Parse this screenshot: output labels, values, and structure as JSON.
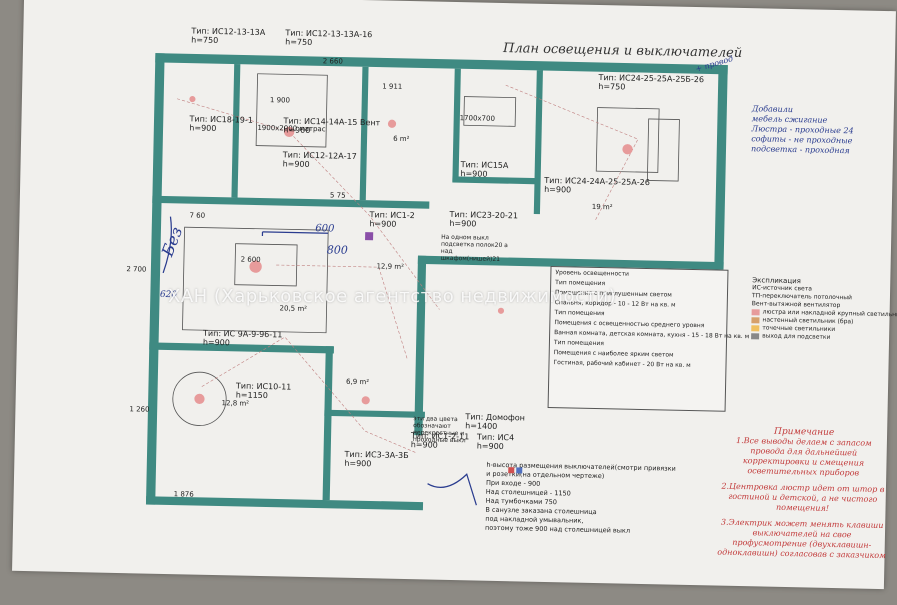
{
  "title": "План освещения и выключателей",
  "watermark": "ХАН (Харьковское агентство недвижимости)",
  "colors": {
    "wall": "#3f8a82",
    "paper": "#f1f0ed",
    "red_note": "#c23a3a",
    "pen": "#2a3c8f"
  },
  "fixture_tags": [
    {
      "text": "Тип: ИС12-13-13А",
      "h": "h=750"
    },
    {
      "text": "Тип: ИС12-13-13А-16",
      "h": "h=750"
    },
    {
      "text": "Тип: ИС24-25-25А-25Б-26",
      "h": "h=750"
    },
    {
      "text": "Тип: ИС18-19-1",
      "h": "h=900"
    },
    {
      "text": "Тип: ИС14-14А-15 Вент",
      "h": "h=900"
    },
    {
      "text": "Тип: ИС12-12А-17",
      "h": "h=900"
    },
    {
      "text": "Тип: ИС15А",
      "h": "h=900"
    },
    {
      "text": "Тип: ИС24-24А-25-25А-26",
      "h": "h=900"
    },
    {
      "text": "Тип: ИС1-2",
      "h": "h=900"
    },
    {
      "text": "Тип: ИС23-20-21",
      "h": "h=900"
    },
    {
      "text": "Тип: ИС 9А-9-96-11",
      "h": "h=900"
    },
    {
      "text": "Тип: ИС10-11",
      "h": "h=1150"
    },
    {
      "text": "Тип: Домофон",
      "h": "h=1400"
    },
    {
      "text": "Тип: ИС3-3А-3Б",
      "h": "h=900"
    },
    {
      "text": "Тип: ИС1-2-11",
      "h": "h=900"
    },
    {
      "text": "Тип: ИС4",
      "h": "h=900"
    }
  ],
  "room_areas": [
    "6 m²",
    "19 m²",
    "20,5 m²",
    "12,9 m²",
    "6,9 m²",
    "12,8 m²"
  ],
  "dimensions": [
    "2 660",
    "1 900",
    "1 911",
    "1700х700",
    "1900х2000 матрас",
    "2 600",
    "5 75",
    "7 60",
    "1 876",
    "1 260",
    "2 700"
  ],
  "legend": {
    "heading": "Уровень освещенности",
    "lines": [
      "Тип помещения",
      "Помещения с приглушенным светом",
      "Спальня, коридор - 10 - 12 Вт на кв. м",
      "Тип помещения",
      "Помещения с освещенностью среднего уровня",
      "Ванная комната, детская комната, кухня - 15 - 18 Вт на кв. м",
      "Тип помещения",
      "Помещения с наиболее ярким светом",
      "Гостиная, рабочий кабинет - 20 Вт на кв. м"
    ]
  },
  "explication": {
    "heading": "Экспликация",
    "items": [
      "ИС-источник света",
      "ТП-переключатель потолочный",
      "Вент-вытяжной вентилятор",
      "люстра или накладной крупный светильник",
      "настенный светильник (бра)",
      "точечные светильники",
      "выход для подсветки"
    ]
  },
  "notes": {
    "heading": "Примечание",
    "items": [
      "1.Все выводы делаем с запасом провода для дальнейшей корректировки и смещения осветительных приборов",
      "2.Центровка люстр идет от штор в гостиной и детской, а не чистого помещения!",
      "3.Электрик может менять клавиши выключателей на свое профусмотрение (двухклавишн-одноклавишн) согласовав с заказчиком"
    ]
  },
  "center_note": {
    "lines": [
      "h-высота размещения выключателей(смотри привязки",
      "и розетки(на отдельном чертеже)",
      "При входе - 900",
      "Над столешницей - 1150",
      "Над тумбочками 750",
      "В санузле заказана столешница",
      "под накладной умывальник,",
      "поэтому тоже 900 над столешницей выкл"
    ]
  },
  "handwritten": {
    "top_right": "+ провод",
    "right_block": [
      "Добавили",
      "мебель",
      "сжигание",
      "Люстра - проходные 24",
      "софиты - не проходные",
      "подсветка - проходная"
    ],
    "center_left": "Без",
    "center_left_num": "600",
    "center_800": "800",
    "left_620": "620",
    "two_colors": "эти два цвета обозначают перекрестные и проходные выкл",
    "no_switch": "На одном выкл подсветка полок20 а над шкафом(нишей)21"
  }
}
